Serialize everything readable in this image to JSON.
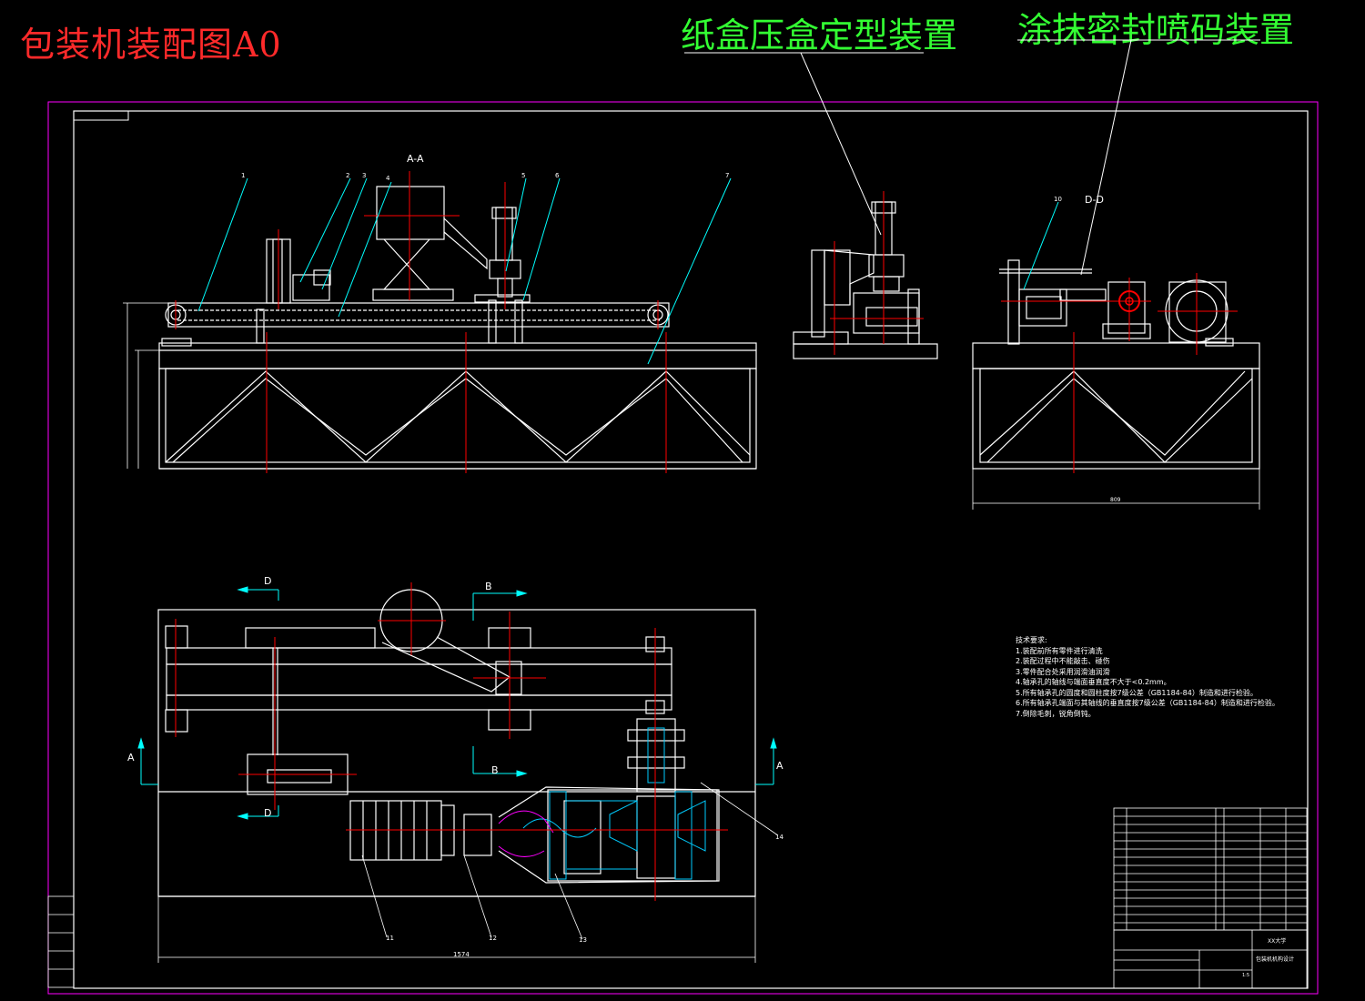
{
  "title": "包装机装配图A0",
  "callouts": {
    "carton_forming": "纸盒压盒定型装置",
    "sealing_coding": "涂抹密封喷码装置"
  },
  "section_labels": {
    "aa": "A-A",
    "dd": "D-D",
    "a": "A",
    "b": "B",
    "d": "D"
  },
  "part_numbers": [
    "1",
    "2",
    "3",
    "4",
    "5",
    "6",
    "7",
    "10",
    "11",
    "12",
    "13",
    "14"
  ],
  "dimensions": {
    "overall_length": "1574",
    "side_width": "809"
  },
  "technical_requirements": {
    "heading": "技术要求:",
    "items": [
      "1.装配前所有零件进行清洗",
      "2.装配过程中不能敲击、碰伤",
      "3.零件配合处采用润滑油润滑",
      "4.轴承孔的轴线与端面垂直度不大于<0.2mm。",
      "5.所有轴承孔的圆度和圆柱度按7级公差（GB1184-84）制造和进行检验。",
      "6.所有轴承孔端面与其轴线的垂直度按7级公差（GB1184-84）制造和进行检验。",
      "7.倒除毛刺，锐角倒钝。"
    ]
  },
  "title_block": {
    "school": "XX大学",
    "drawing_name": "包装机机构设计",
    "scale": "1:5"
  },
  "colors": {
    "background": "#000000",
    "outline": "#ffffff",
    "frame": "#ff00ff",
    "centerline": "#ff0000",
    "leader": "#00ffff",
    "hatch": "#00ccff",
    "title": "#ff2a2a",
    "callout": "#33ff33"
  }
}
